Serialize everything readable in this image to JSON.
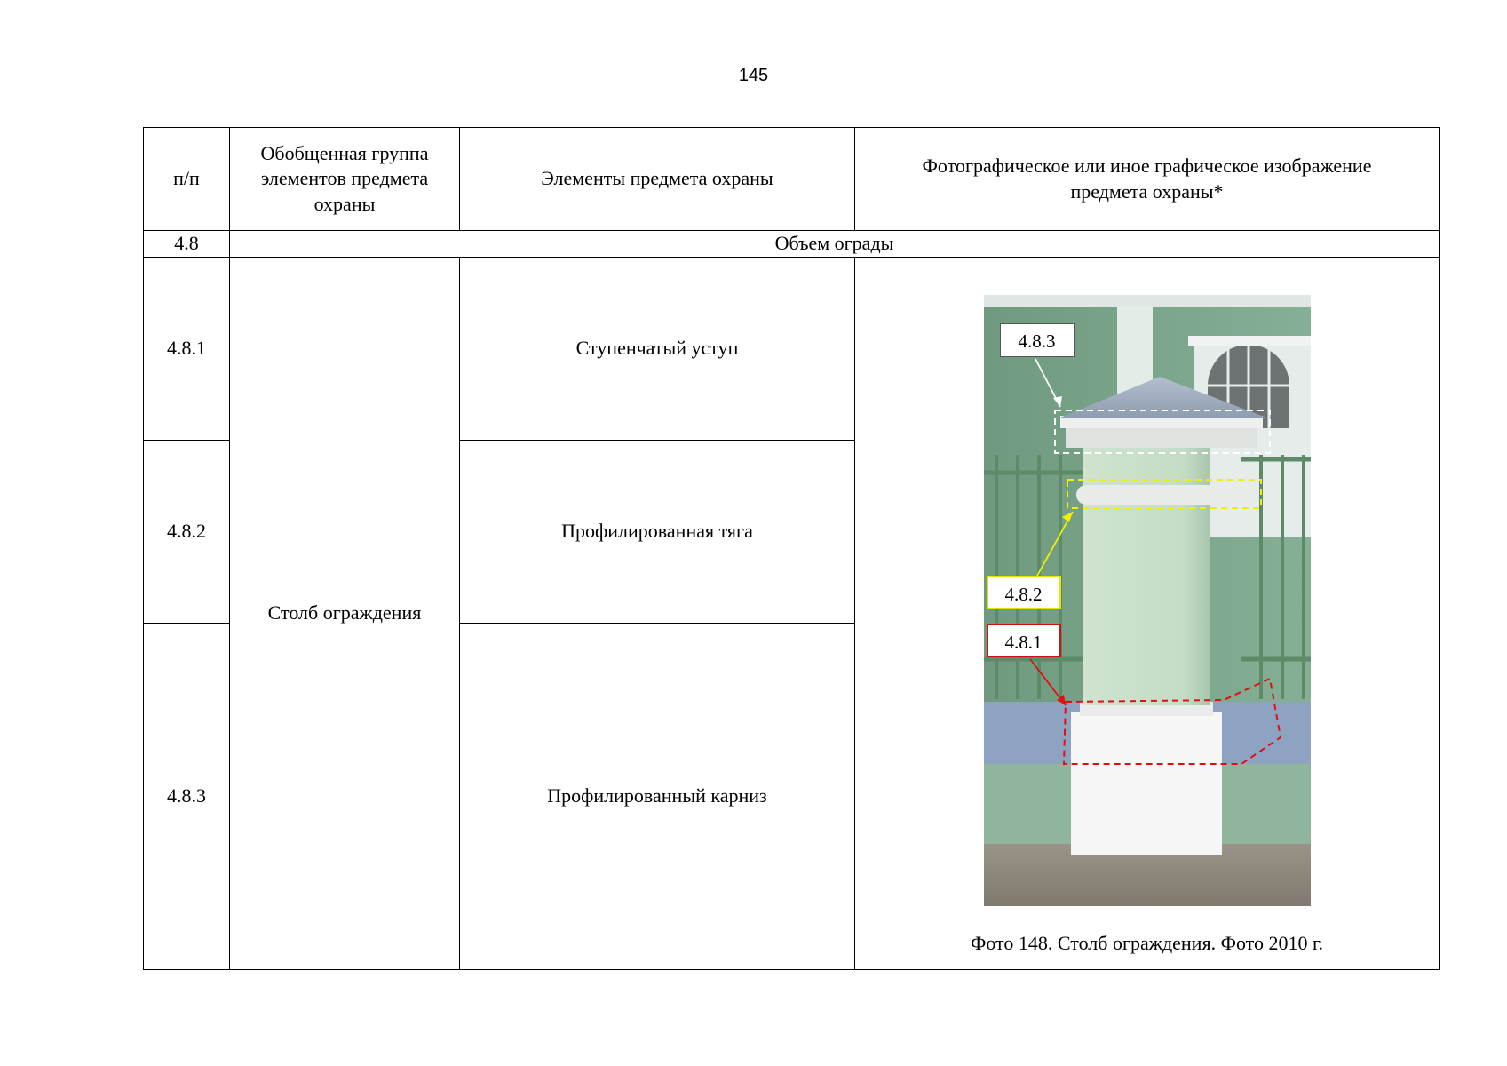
{
  "page_number": "145",
  "table": {
    "headers": {
      "num": "п/п",
      "group": "Обобщенная группа элементов предмета охраны",
      "elements": "Элементы предмета охраны",
      "image": "Фотографическое или иное графическое изображение предмета охраны*"
    },
    "section": {
      "num": "4.8",
      "title": "Объем ограды"
    },
    "group_name": "Столб ограждения",
    "rows": [
      {
        "num": "4.8.1",
        "element": "Ступенчатый уступ"
      },
      {
        "num": "4.8.2",
        "element": "Профилированная тяга"
      },
      {
        "num": "4.8.3",
        "element": "Профилированный карниз"
      }
    ],
    "photo": {
      "caption": "Фото 148. Столб ограждения. Фото 2010 г.",
      "labels": {
        "top": "4.8.3",
        "middle": "4.8.2",
        "bottom": "4.8.1"
      },
      "colors": {
        "label_483": "#ffffff",
        "label_482": "#e6e600",
        "label_481": "#cc1111"
      }
    }
  }
}
